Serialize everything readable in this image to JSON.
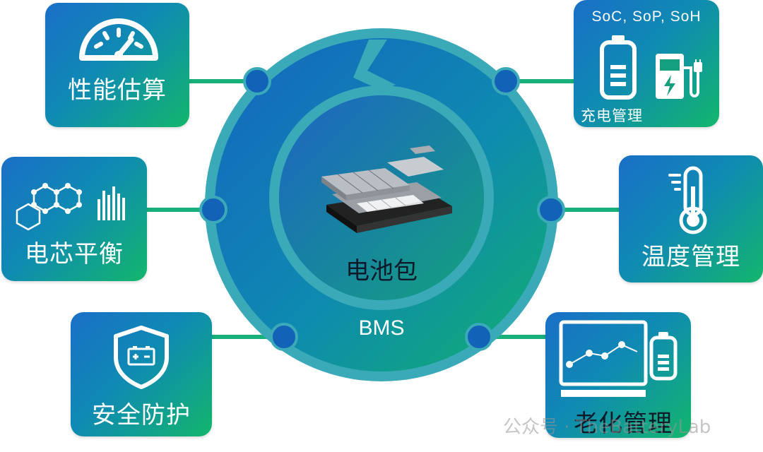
{
  "diagram": {
    "center": {
      "label": "电池包",
      "ring_label": "BMS"
    },
    "nodes": [
      {
        "id": "soc",
        "label": "性能估算",
        "icon": "gauge-icon"
      },
      {
        "id": "balance",
        "label": "电芯平衡",
        "icon": "molecule-bars-icon"
      },
      {
        "id": "safety",
        "label": "安全防护",
        "icon": "shield-battery-icon"
      },
      {
        "id": "charge",
        "label": "充电管理",
        "sublabel": "SoC, SoP, SoH",
        "icon": "battery-charger-icon"
      },
      {
        "id": "thermal",
        "label": "温度管理",
        "icon": "thermometer-icon"
      },
      {
        "id": "aging",
        "label": "老化管理",
        "icon": "monitor-battery-icon"
      }
    ],
    "colors": {
      "ring": "#3aa9b8",
      "disk_start": "#1565c0",
      "disk_end": "#12b06c",
      "connector_dot": "#1262b8"
    }
  },
  "watermark": {
    "text": "公众号 · TheBatteryLab"
  }
}
